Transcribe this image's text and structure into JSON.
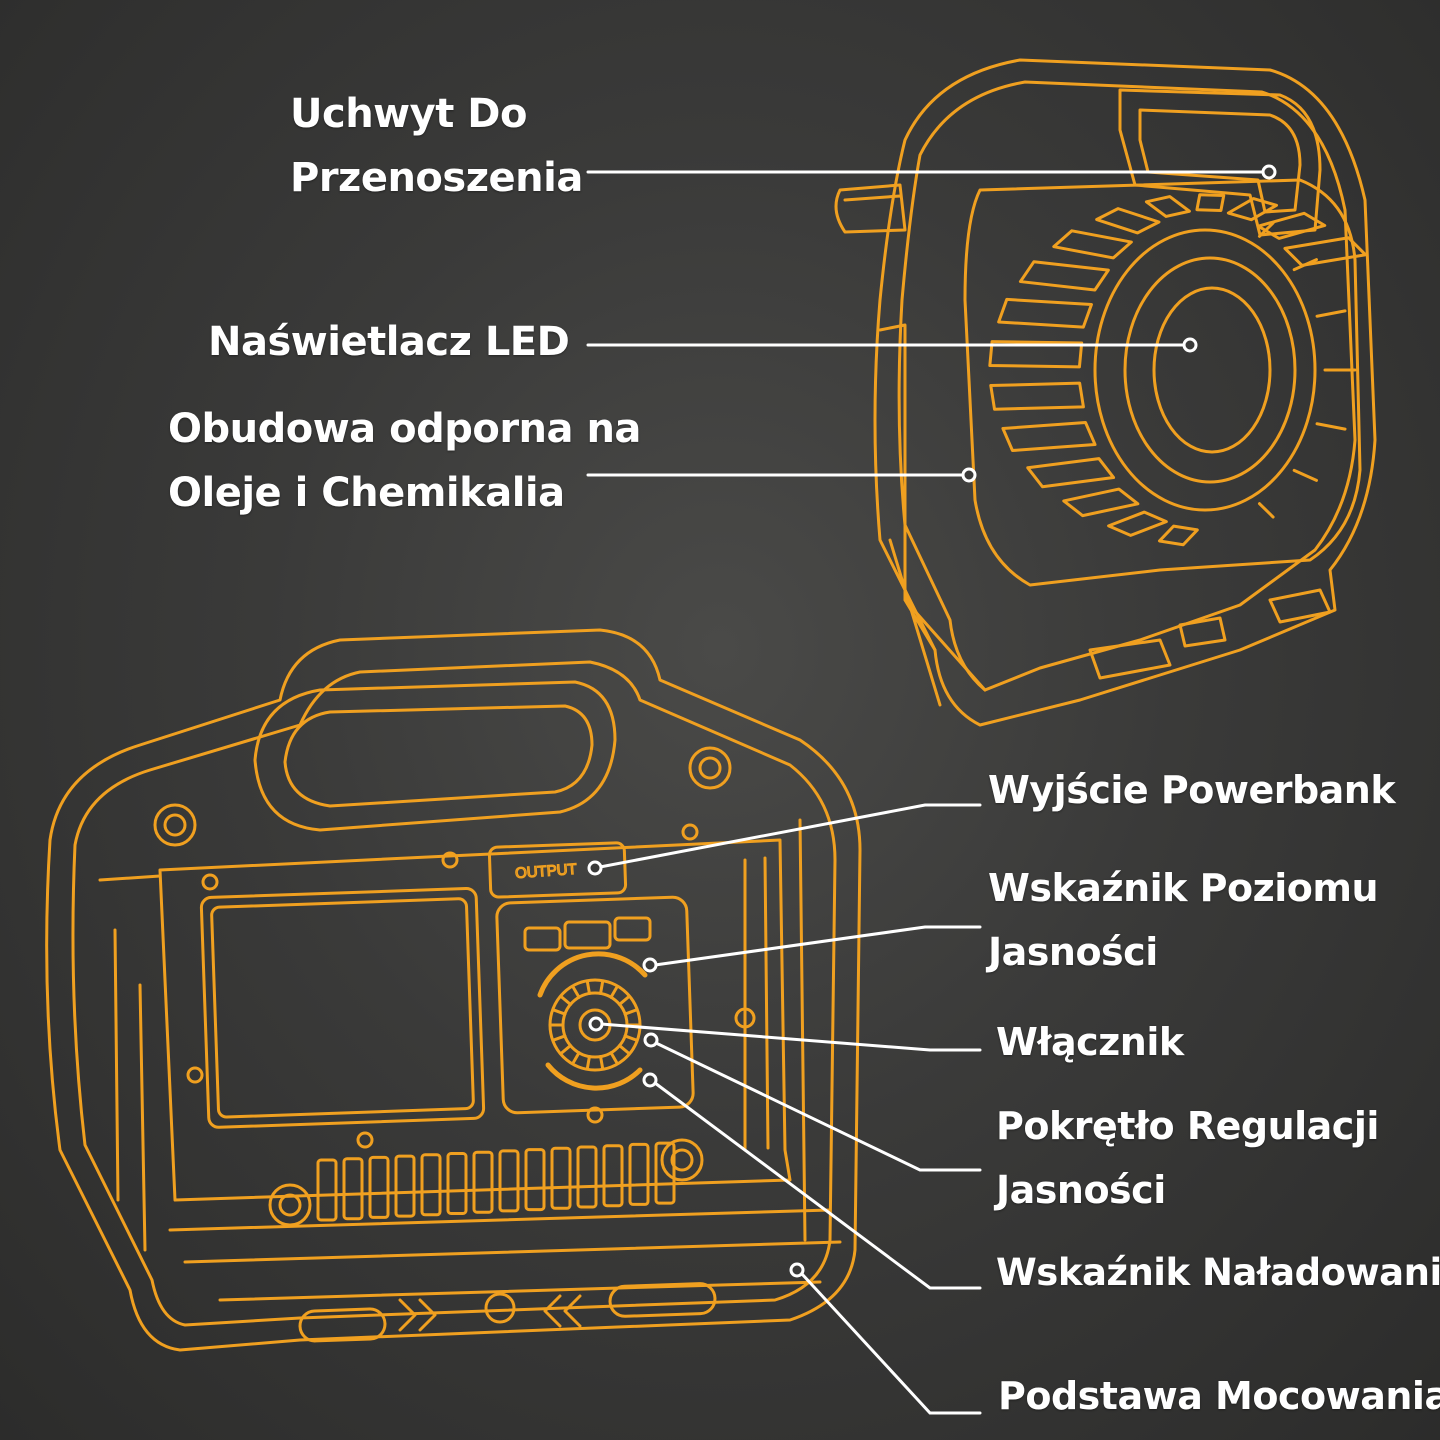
{
  "colors": {
    "background": "#3a3a39",
    "outline": "#f0a020",
    "leader": "#ffffff",
    "text": "#ffffff"
  },
  "device_top": {
    "labels": {
      "handle": [
        "Uchwyt Do",
        "Przenoszenia"
      ],
      "led": [
        "Naświetlacz LED"
      ],
      "housing": [
        "Obudowa odporna na",
        "Oleje i Chemikalia"
      ]
    }
  },
  "device_front": {
    "output_text": "OUTPUT",
    "labels": {
      "powerbank": [
        "Wyjście Powerbank"
      ],
      "brightness_indicator": [
        "Wskaźnik Poziomu",
        "Jasności"
      ],
      "power_switch": [
        "Włącznik"
      ],
      "brightness_knob": [
        "Pokrętło Regulacji",
        "Jasności"
      ],
      "charge_indicator": [
        "Wskaźnik Naładowania"
      ],
      "mount_base": [
        "Podstawa Mocowania"
      ]
    }
  }
}
